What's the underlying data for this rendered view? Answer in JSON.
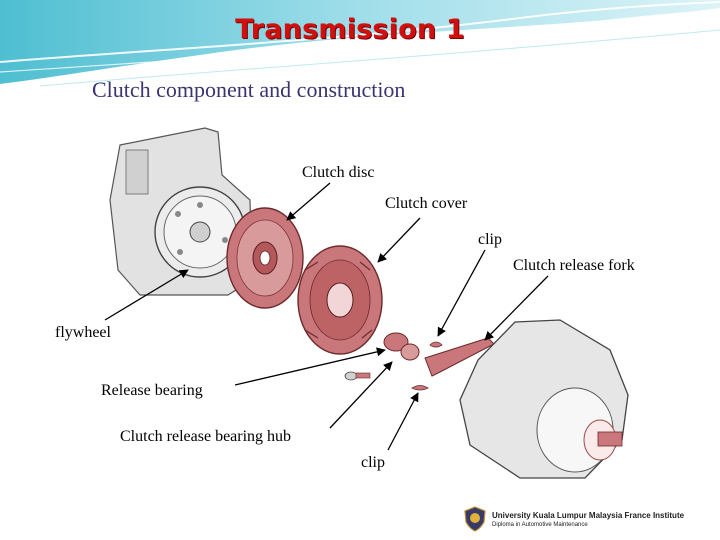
{
  "slide": {
    "title": "Transmission 1",
    "subtitle": "Clutch component and construction"
  },
  "labels": {
    "clutch_disc": "Clutch disc",
    "clutch_cover": "Clutch cover",
    "clip_top": "clip",
    "clutch_release_fork": "Clutch release fork",
    "flywheel": "flywheel",
    "release_bearing": "Release bearing",
    "clutch_release_bearing_hub": "Clutch release bearing hub",
    "clip_bottom": "clip"
  },
  "footer": {
    "institution": "University Kuala Lumpur Malaysia France Institute",
    "program": "Diploma in Automotive Maintenance"
  },
  "colors": {
    "title": "#d10f0f",
    "subtitle": "#3a3470",
    "part_red": "#c9777a",
    "part_gray": "#dcdcdc"
  }
}
